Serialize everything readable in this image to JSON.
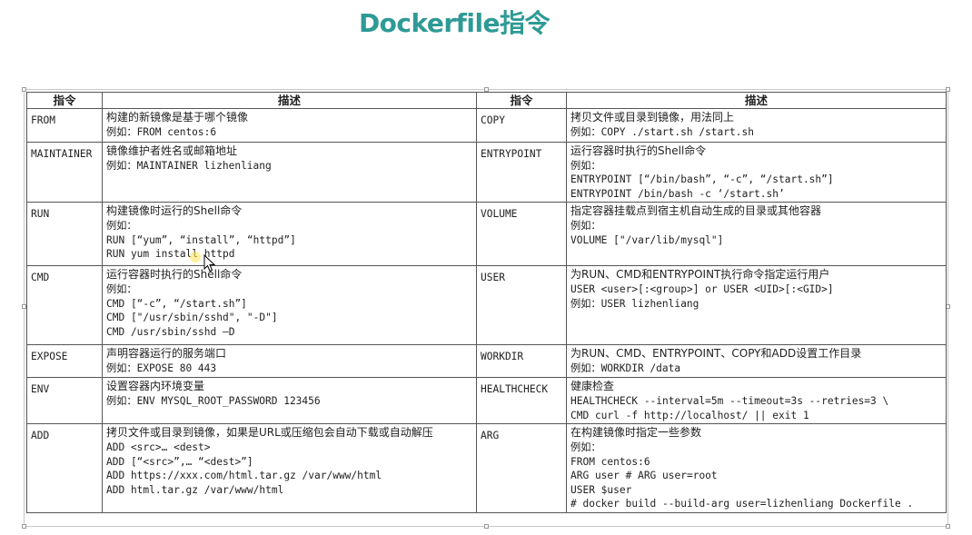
{
  "title": "Dockerfile指令",
  "headers": [
    "指令",
    "描述",
    "指令",
    "描述"
  ],
  "rows": [
    {
      "left": {
        "cmd": "FROM",
        "desc": [
          "构建的新镜像是基于哪个镜像",
          "例如：FROM centos:6"
        ]
      },
      "right": {
        "cmd": "COPY",
        "desc": [
          "拷贝文件或目录到镜像，用法同上",
          "例如：COPY ./start.sh /start.sh"
        ]
      }
    },
    {
      "left": {
        "cmd": "MAINTAINER",
        "desc": [
          "镜像维护者姓名或邮箱地址",
          "例如：MAINTAINER lizhenliang"
        ]
      },
      "right": {
        "cmd": "ENTRYPOINT",
        "desc": [
          "运行容器时执行的Shell命令",
          "例如：",
          "ENTRYPOINT [“/bin/bash”, “-c”, “/start.sh”]",
          "ENTRYPOINT /bin/bash -c ‘/start.sh’"
        ]
      }
    },
    {
      "left": {
        "cmd": "RUN",
        "desc": [
          "构建镜像时运行的Shell命令",
          "例如：",
          "RUN [“yum”, “install”, “httpd”]",
          "RUN yum install httpd"
        ]
      },
      "right": {
        "cmd": "VOLUME",
        "desc": [
          "指定容器挂载点到宿主机自动生成的目录或其他容器",
          "例如：",
          "VOLUME [\"/var/lib/mysql\"]"
        ]
      }
    },
    {
      "left": {
        "cmd": "CMD",
        "desc": [
          "运行容器时执行的Shell命令",
          "例如：",
          "CMD [“-c”, “/start.sh”]",
          "CMD [\"/usr/sbin/sshd\", \"-D\"]",
          "CMD /usr/sbin/sshd –D"
        ]
      },
      "right": {
        "cmd": "USER",
        "desc": [
          "为RUN、CMD和ENTRYPOINT执行命令指定运行用户",
          "USER <user>[:<group>] or USER <UID>[:<GID>]",
          "例如：USER lizhenliang"
        ]
      }
    },
    {
      "left": {
        "cmd": "EXPOSE",
        "desc": [
          "声明容器运行的服务端口",
          "例如：EXPOSE 80 443"
        ]
      },
      "right": {
        "cmd": "WORKDIR",
        "desc": [
          "为RUN、CMD、ENTRYPOINT、COPY和ADD设置工作目录",
          "例如：WORKDIR /data"
        ]
      }
    },
    {
      "left": {
        "cmd": "ENV",
        "desc": [
          "设置容器内环境变量",
          "例如：ENV MYSQL_ROOT_PASSWORD 123456"
        ]
      },
      "right": {
        "cmd": "HEALTHCHECK",
        "desc": [
          "健康检查",
          "HEALTHCHECK --interval=5m --timeout=3s --retries=3 \\",
          "  CMD curl -f http://localhost/ || exit 1"
        ]
      }
    },
    {
      "left": {
        "cmd": "ADD",
        "desc": [
          "拷贝文件或目录到镜像，如果是URL或压缩包会自动下载或自动解压",
          "ADD <src>… <dest>",
          "ADD [“<src>”,… “<dest>”]",
          "ADD https://xxx.com/html.tar.gz /var/www/html",
          "ADD html.tar.gz /var/www/html"
        ]
      },
      "right": {
        "cmd": "ARG",
        "desc": [
          "在构建镜像时指定一些参数",
          "例如：",
          "FROM centos:6",
          "ARG user     # ARG user=root",
          "USER $user",
          "# docker build --build-arg user=lizhenliang Dockerfile ."
        ]
      }
    }
  ]
}
